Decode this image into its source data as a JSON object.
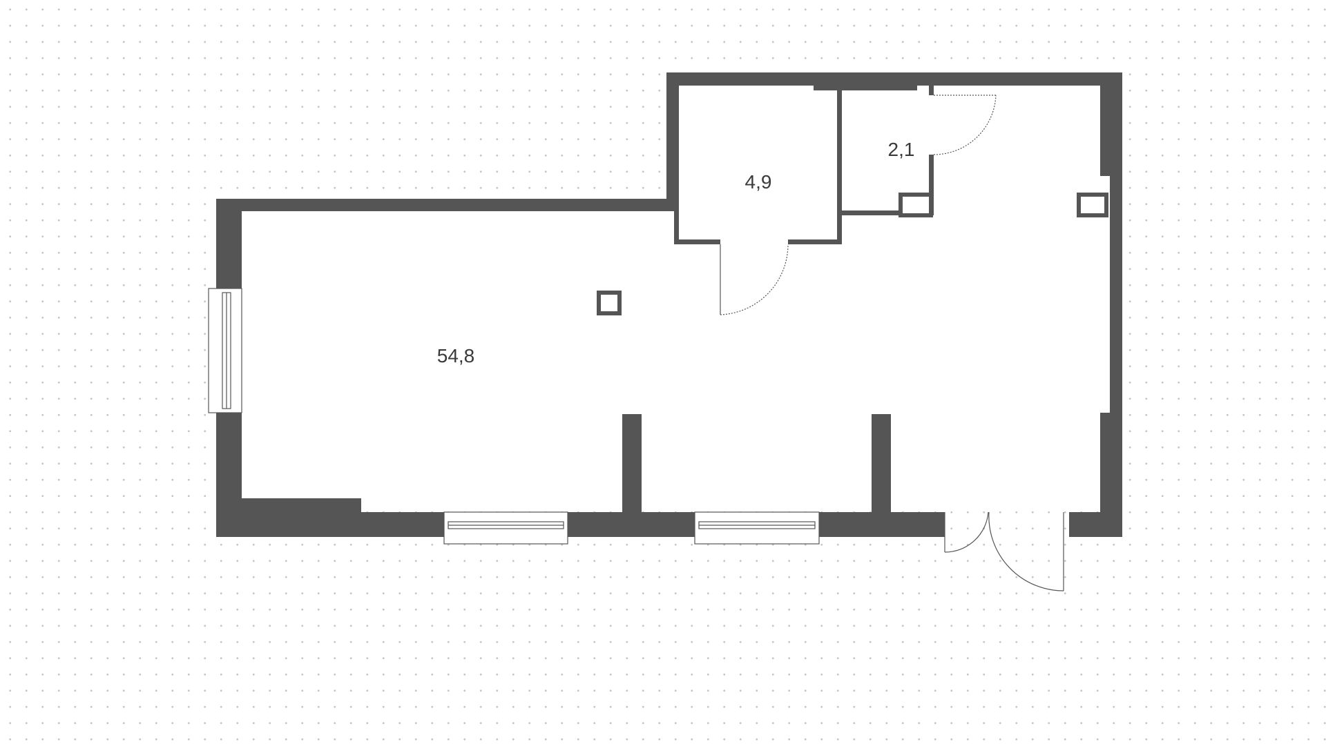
{
  "floor_plan": {
    "rooms": [
      {
        "id": "main-hall",
        "area": "54,8"
      },
      {
        "id": "storage-room",
        "area": "4,9"
      },
      {
        "id": "bathroom",
        "area": "2,1"
      }
    ],
    "colors": {
      "wall": "#555555",
      "background": "#ffffff",
      "grid_dot": "#c4c4c4",
      "thin_line": "#555555",
      "text": "#3a3a3a"
    }
  }
}
